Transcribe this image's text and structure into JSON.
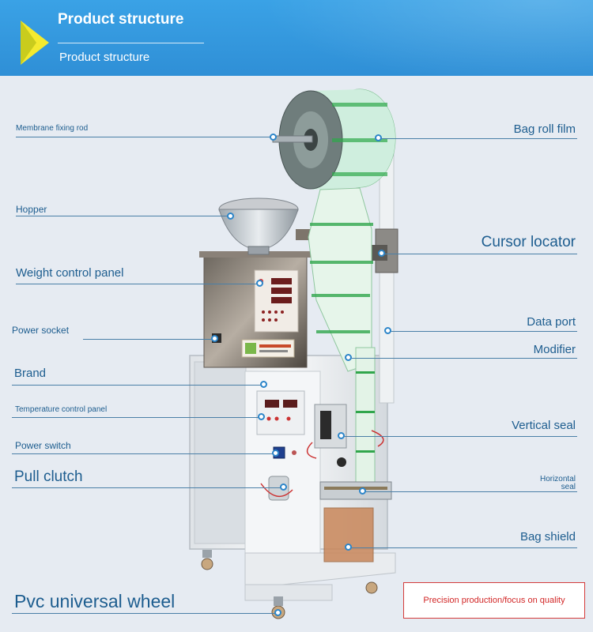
{
  "header": {
    "title": "Product structure",
    "subtitle": "Product structure"
  },
  "labels": {
    "membrane_fixing_rod": "Membrane fixing rod",
    "hopper": "Hopper",
    "weight_control_panel": "Weight control panel",
    "power_socket": "Power socket",
    "brand": "Brand",
    "temperature_control_panel": "Temperature control panel",
    "power_switch": "Power switch",
    "pull_clutch": "Pull clutch",
    "pvc_universal_wheel": "Pvc universal wheel",
    "bag_roll_film": "Bag roll film",
    "cursor_locator": "Cursor locator",
    "data_port": "Data port",
    "modifier": "Modifier",
    "vertical_seal": "Vertical seal",
    "horizontal_seal_line1": "Horizontal",
    "horizontal_seal_line2": "seal",
    "bag_shield": "Bag shield"
  },
  "badge": {
    "text": "Precision production/focus on quality",
    "border_color": "#d43b3b"
  },
  "colors": {
    "header_bg": "#3aa2e6",
    "accent_triangle": "#f4ea2f",
    "label_text": "#1d5d8f",
    "page_bg": "#e6ebf2"
  }
}
